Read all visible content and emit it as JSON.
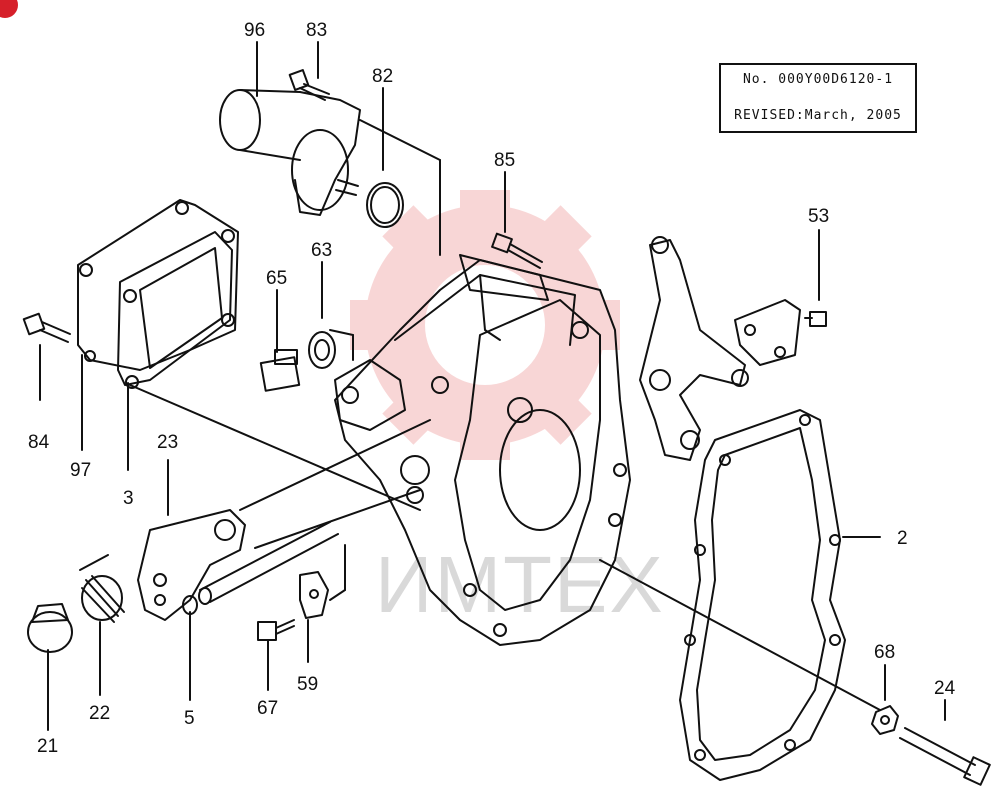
{
  "document": {
    "number": "No. 000Y00D6120-1",
    "revised": "REVISED:March, 2005"
  },
  "watermark": {
    "text": "ИМТЕХ",
    "gear_color": "#f3b5b5",
    "text_color": "#d9d9d9"
  },
  "callouts": {
    "c96": "96",
    "c83": "83",
    "c82": "82",
    "c85": "85",
    "c53": "53",
    "c65": "65",
    "c63": "63",
    "c84": "84",
    "c97": "97",
    "c3": "3",
    "c23": "23",
    "c2": "2",
    "c68": "68",
    "c24": "24",
    "c21": "21",
    "c22": "22",
    "c5": "5",
    "c67": "67",
    "c59": "59"
  },
  "colors": {
    "line": "#111111",
    "badge": "#d6202a"
  }
}
